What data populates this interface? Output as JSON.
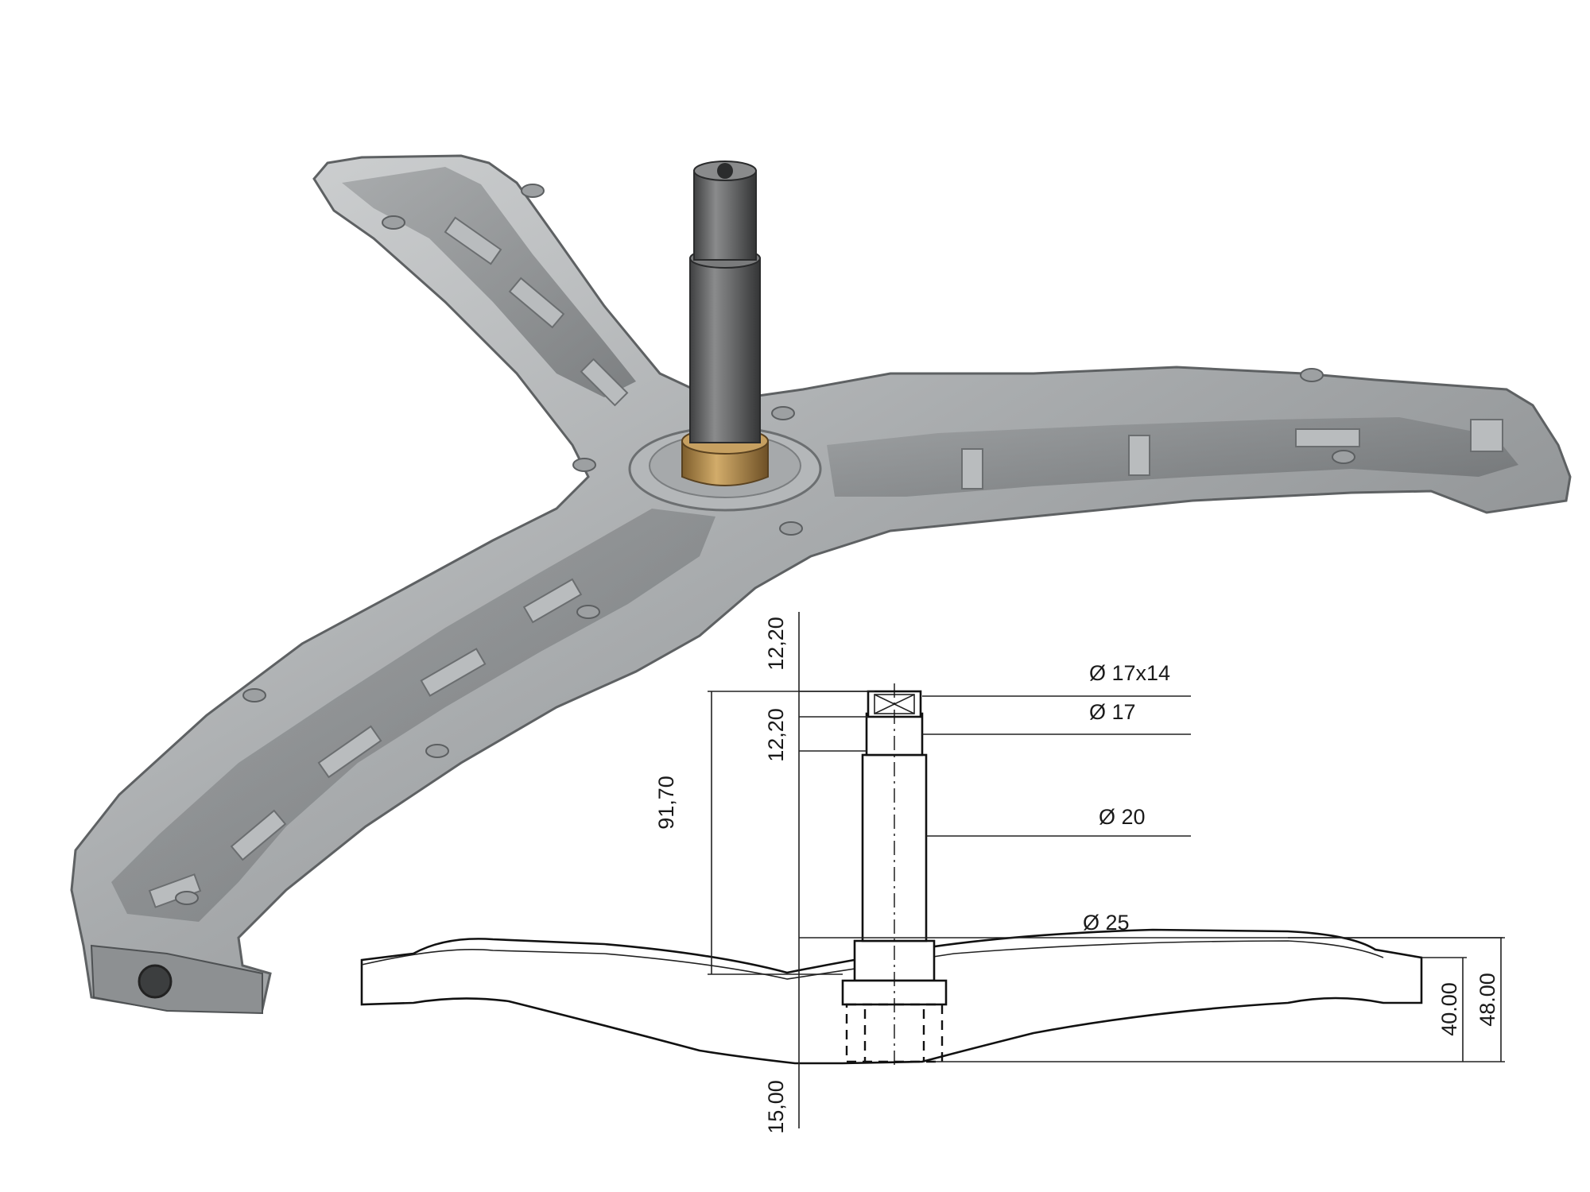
{
  "colors": {
    "metal_light": "#c9cbcc",
    "metal_mid": "#9a9d9f",
    "metal_dark": "#5f6264",
    "shaft_steel": "#6d6e6f",
    "bronze_bushing": "#b08a4e",
    "line": "#111111"
  },
  "dimensions": {
    "top_offset": "12,20",
    "spline_length": "12,20",
    "shaft_length": "91,70",
    "bottom_offset": "15,00",
    "dia_tip": "Ø 17x14",
    "dia_upper": "Ø 17",
    "dia_middle": "Ø 20",
    "dia_collar": "Ø 25",
    "arm_height": "40.00",
    "total_height": "48.00"
  }
}
